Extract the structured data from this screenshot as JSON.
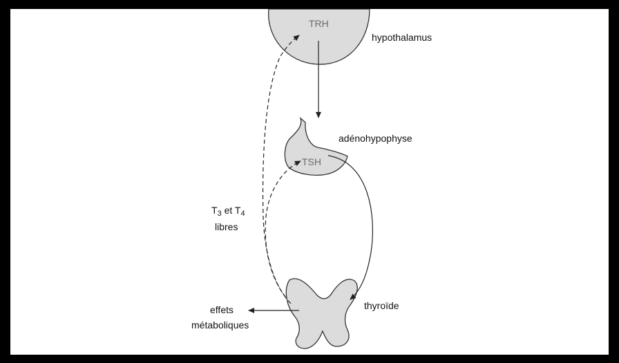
{
  "diagram": {
    "hormones": {
      "trh": "TRH",
      "tsh": "TSH"
    },
    "organs": {
      "hypothalamus": "hypothalamus",
      "adenohypophyse": "adénohypophyse",
      "thyroide": "thyroïde"
    },
    "feedback": {
      "t3_base": "T",
      "t3_sub": "3",
      "et": " et ",
      "t4_base": "T",
      "t4_sub": "4",
      "libres": "libres"
    },
    "effects": {
      "line1": "effets",
      "line2": "métaboliques"
    },
    "colors": {
      "organ_fill": "#dcdcdc",
      "organ_stroke": "#333333",
      "arrow": "#222222",
      "frame": "#000000"
    }
  }
}
